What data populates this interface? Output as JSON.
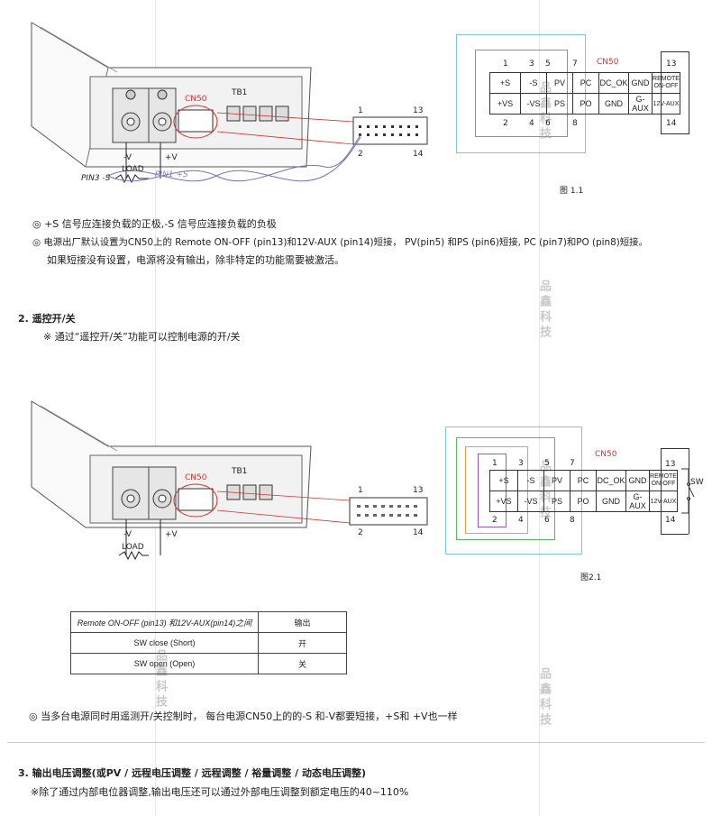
{
  "fig1": {
    "cn50_label": "CN50",
    "tb1_label": "TB1",
    "pin_top_left": "1",
    "pin_top_right": "13",
    "pin_bottom_left": "2",
    "pin_bottom_right": "14",
    "neg_v": "-V",
    "pos_v": "+V",
    "load": "LOAD",
    "pin3": "PIN3 -S",
    "pin1": "PIN1 +S",
    "caption": "图 1.1",
    "table_top_nums": [
      "1",
      "3",
      "5",
      "7"
    ],
    "table_bottom_nums": [
      "2",
      "4",
      "6",
      "8"
    ],
    "row1": [
      "+S",
      "-S",
      "PV",
      "PC",
      "DC_OK",
      "GND"
    ],
    "row2": [
      "+VS",
      "-VS",
      "PS",
      "PO",
      "GND",
      "G-AUX"
    ],
    "rem_top": "13",
    "rem_label": "REMOTE ON-OFF",
    "aux_label": "12V-AUX",
    "rem_bottom": "14",
    "cn50_table_label": "CN50"
  },
  "notes": {
    "line1": "◎ +S 信号应连接负载的正极,-S 信号应连接负载的负极",
    "line2": "◎ 电源出厂默认设置为CN50上的 Remote ON-OFF (pin13)和12V-AUX (pin14)短接， PV(pin5) 和PS (pin6)短接, PC (pin7)和PO (pin8)短接。",
    "line3": "如果短接没有设置，电源将没有输出，除非特定的功能需要被激活。"
  },
  "section2": {
    "title": "2. 遥控开/关",
    "desc": "※ 通过“遥控开/关”功能可以控制电源的开/关"
  },
  "fig2": {
    "cn50_label": "CN50",
    "tb1_label": "TB1",
    "pin_top_left": "1",
    "pin_top_right": "13",
    "pin_bottom_left": "2",
    "pin_bottom_right": "14",
    "neg_v": "-V",
    "pos_v": "+V",
    "load": "LOAD",
    "caption": "图2.1",
    "sw_label": "SW",
    "table_top_nums": [
      "1",
      "3",
      "5",
      "7"
    ],
    "table_bottom_nums": [
      "2",
      "4",
      "6",
      "8"
    ],
    "row1": [
      "+S",
      "-S",
      "PV",
      "PC",
      "DC_OK",
      "GND"
    ],
    "row2": [
      "+VS",
      "-VS",
      "PS",
      "PO",
      "GND",
      "G-AUX"
    ],
    "rem_top": "13",
    "rem_label": "REMOTE ON-OFF",
    "aux_label": "12V-AUX",
    "rem_bottom": "14",
    "cn50_table_label": "CN50"
  },
  "sw_table": {
    "header": [
      "Remote ON-OFF (pin13) 和12V-AUX(pin14)之间",
      "输出"
    ],
    "rows": [
      [
        "SW close (Short)",
        "开"
      ],
      [
        "SW open (Open)",
        "关"
      ]
    ]
  },
  "note_multi": "◎ 当多台电源同时用遥测开/关控制时， 每台电源CN50上的的-S 和-V都要短接，+S和 +V也一样",
  "section3": {
    "title": "3. 输出电压调整(或PV / 远程电压调整 / 远程调整 / 裕量调整 / 动态电压调整)",
    "desc": "※除了通过内部电位器调整,输出电压还可以通过外部电压调整到额定电压的40~110%"
  },
  "watermark": "品鑫科技",
  "colors": {
    "red": "#d9302c",
    "blue_box": "#7ec8e3",
    "green_box": "#5cb85c",
    "purple": "#9b59b6",
    "orange": "#e6a23c"
  }
}
